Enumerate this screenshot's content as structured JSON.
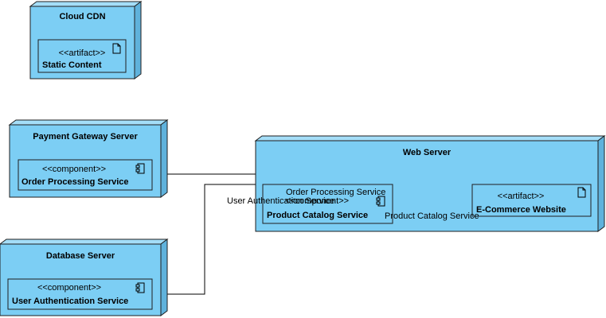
{
  "colors": {
    "node_fill": "#7ccef4",
    "node_side": "#5fb2dc",
    "node_top": "#a4def8",
    "stroke": "#1f1f1f",
    "line": "#000000"
  },
  "nodes": {
    "cloud_cdn": {
      "title": "Cloud CDN",
      "artifact": {
        "stereotype": "<<artifact>>",
        "name": "Static Content",
        "icon": "document-icon"
      }
    },
    "payment_gateway": {
      "title": "Payment Gateway Server",
      "component": {
        "stereotype": "<<component>>",
        "name": "Order Processing Service",
        "icon": "component-icon"
      }
    },
    "database_server": {
      "title": "Database Server",
      "component": {
        "stereotype": "<<component>>",
        "name": "User Authentication Service",
        "icon": "component-icon"
      }
    },
    "web_server": {
      "title": "Web Server",
      "component": {
        "stereotype": "<<component>>",
        "name": "Product Catalog Service",
        "icon": "component-icon"
      },
      "artifact": {
        "stereotype": "<<artifact>>",
        "name": "E-Commerce Website",
        "icon": "document-icon"
      }
    }
  },
  "connections": {
    "order_processing": "Order Processing Service",
    "user_authentication": "User Authentication Service",
    "product_catalog": "Product Catalog Service"
  }
}
